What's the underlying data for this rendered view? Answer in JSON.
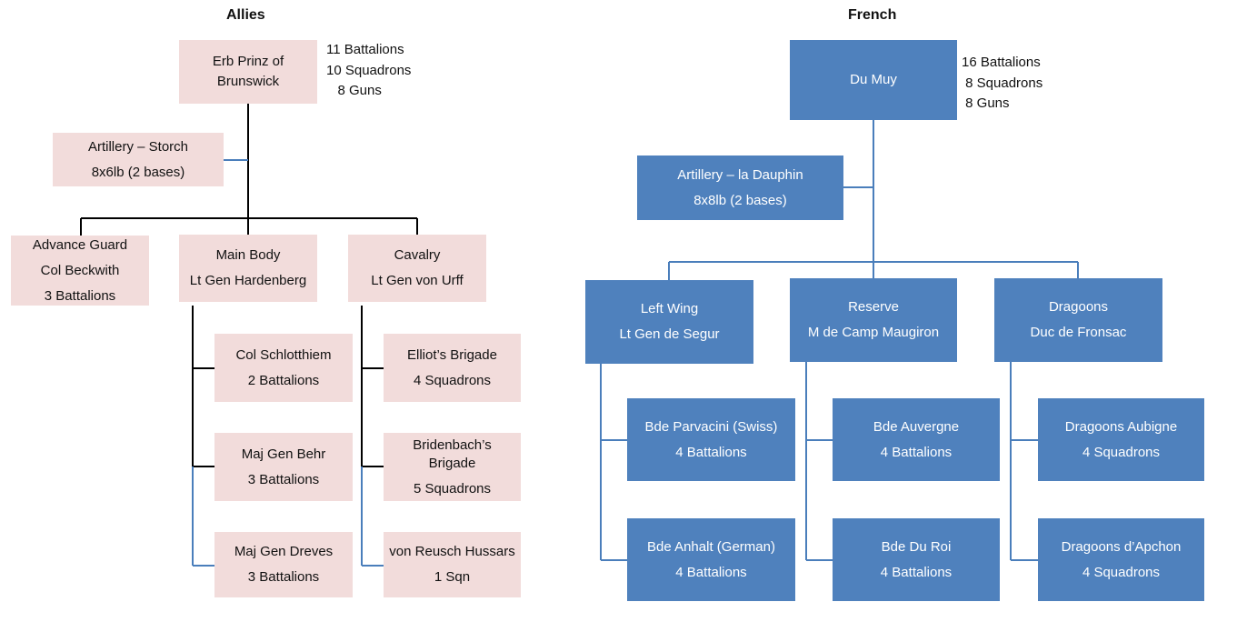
{
  "allies": {
    "title": "Allies",
    "commander": {
      "line1": "Erb Prinz  of",
      "line2": "Brunswick"
    },
    "stats": {
      "battalions": "11 Battalions",
      "squadrons": "10 Squadrons",
      "guns": "   8 Guns"
    },
    "artillery": {
      "line1": "Artillery – Storch",
      "line2": "8x6lb (2 bases)"
    },
    "advance_guard": {
      "line1": "Advance Guard",
      "line2": "Col Beckwith",
      "line3": "3 Battalions"
    },
    "main_body": {
      "line1": "Main Body",
      "line2": "Lt Gen Hardenberg"
    },
    "cavalry": {
      "line1": "Cavalry",
      "line2": "Lt Gen von Urff"
    },
    "main_body_brigades": [
      {
        "line1": "Col Schlotthiem",
        "line2": "2 Battalions"
      },
      {
        "line1": "Maj Gen Behr",
        "line2": "3 Battalions"
      },
      {
        "line1": "Maj Gen Dreves",
        "line2": "3 Battalions"
      }
    ],
    "cavalry_brigades": [
      {
        "line1": "Elliot’s Brigade",
        "line2": "4 Squadrons"
      },
      {
        "line1": "Bridenbach’s",
        "line2": "Brigade",
        "line3": "5 Squadrons"
      },
      {
        "line1": "von Reusch Hussars",
        "line2": "1 Sqn"
      }
    ]
  },
  "french": {
    "title": "French",
    "commander": {
      "line1": "Du Muy"
    },
    "stats": {
      "battalions": "16 Battalions",
      "squadrons": " 8 Squadrons",
      "guns": " 8 Guns"
    },
    "artillery": {
      "line1": "Artillery – la Dauphin",
      "line2": "8x8lb (2 bases)"
    },
    "left_wing": {
      "line1": "Left Wing",
      "line2": "Lt Gen de Segur"
    },
    "reserve": {
      "line1": "Reserve",
      "line2": "M de Camp Maugiron"
    },
    "dragoons": {
      "line1": "Dragoons",
      "line2": "Duc de Fronsac"
    },
    "left_wing_brigades": [
      {
        "line1": "Bde Parvacini  (Swiss)",
        "line2": "4 Battalions"
      },
      {
        "line1": "Bde Anhalt  (German)",
        "line2": "4 Battalions"
      }
    ],
    "reserve_brigades": [
      {
        "line1": "Bde Auvergne",
        "line2": "4 Battalions"
      },
      {
        "line1": "Bde Du Roi",
        "line2": "4 Battalions"
      }
    ],
    "dragoon_brigades": [
      {
        "line1": "Dragoons Aubigne",
        "line2": "4 Squadrons"
      },
      {
        "line1": "Dragoons d’Apchon",
        "line2": "4 Squadrons"
      }
    ]
  },
  "colors": {
    "allies_box": "#f2dcdb",
    "french_box": "#4f81bd",
    "allies_line": "#000000",
    "connector_blue": "#4a7ebb"
  }
}
